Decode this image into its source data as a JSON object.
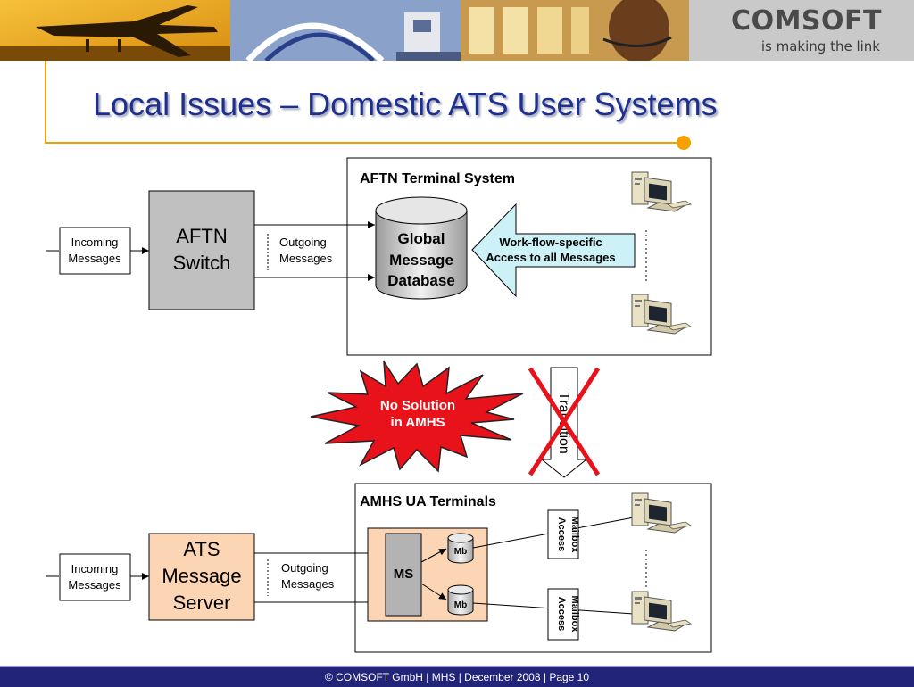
{
  "banner": {
    "brand_name": "COMSOFT",
    "brand_tagline": "is making the link"
  },
  "title": "Local Issues – Domestic ATS User Systems",
  "top": {
    "system_box_label": "AFTN Terminal System",
    "incoming_line1": "Incoming",
    "incoming_line2": "Messages",
    "switch_line1": "AFTN",
    "switch_line2": "Switch",
    "outgoing_line1": "Outgoing",
    "outgoing_line2": "Messages",
    "db_line1": "Global",
    "db_line2": "Message",
    "db_line3": "Database",
    "access_line1": "Work-flow-specific",
    "access_line2": "Access to all Messages"
  },
  "middle": {
    "burst_line1": "No Solution",
    "burst_line2": "in AMHS",
    "transition_label": "Transition"
  },
  "bottom": {
    "system_box_label": "AMHS UA Terminals",
    "incoming_line1": "Incoming",
    "incoming_line2": "Messages",
    "server_line1": "ATS",
    "server_line2": "Message",
    "server_line3": "Server",
    "outgoing_line1": "Outgoing",
    "outgoing_line2": "Messages",
    "ms_label": "MS",
    "mailbox1_label": "Mb",
    "mailbox2_label": "Mb",
    "mailbox_access1_line1": "Mailbox",
    "mailbox_access1_line2": "Access",
    "mailbox_access2_line1": "Mailbox",
    "mailbox_access2_line2": "Access"
  },
  "footer": "© COMSOFT GmbH | MHS | December 2008 | Page 10",
  "colors": {
    "title": "#1f2f8f",
    "accent_orange": "#f0a000",
    "switch_gray": "#c0c0c0",
    "server_peach": "#fcd5b4",
    "burst_red": "#e8121b",
    "access_arrow": "#ccf2f7",
    "footer": "#22247a"
  }
}
